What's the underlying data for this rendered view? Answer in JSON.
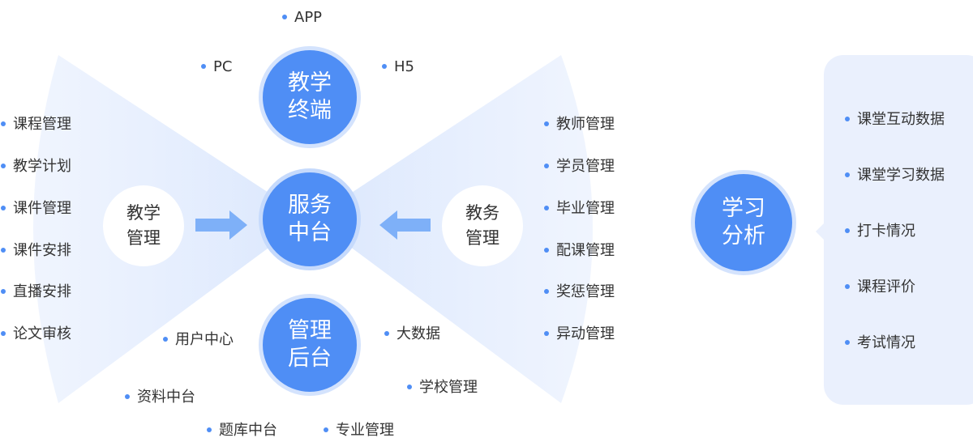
{
  "colors": {
    "circle_fill": "#4f8ef5",
    "circle_ring": "#c6dafc",
    "fan": "#e8f0fe",
    "arrow": "#7eb0f8",
    "bullet": "#4f8ef5",
    "panel": "#eaf0fd",
    "text": "#333333"
  },
  "terminal": {
    "title": "教学\n终端",
    "items": [
      "APP",
      "PC",
      "H5"
    ]
  },
  "service": {
    "title": "服务\n中台"
  },
  "backend": {
    "title": "管理\n后台",
    "items": [
      "用户中心",
      "大数据",
      "资料中台",
      "学校管理",
      "题库中台",
      "专业管理"
    ]
  },
  "teaching_mgmt": {
    "title": "教学\n管理",
    "items": [
      "课程管理",
      "教学计划",
      "课件管理",
      "课件安排",
      "直播安排",
      "论文审核"
    ]
  },
  "academic_mgmt": {
    "title": "教务\n管理",
    "items": [
      "教师管理",
      "学员管理",
      "毕业管理",
      "配课管理",
      "奖惩管理",
      "异动管理"
    ]
  },
  "learning_analysis": {
    "title": "学习\n分析",
    "items": [
      "课堂互动数据",
      "课堂学习数据",
      "打卡情况",
      "课程评价",
      "考试情况"
    ]
  },
  "icons": [
    "arrow-right-icon",
    "arrow-left-icon"
  ]
}
